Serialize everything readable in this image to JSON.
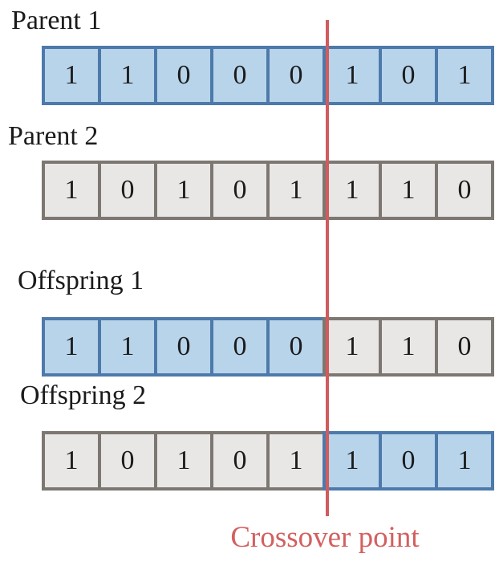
{
  "title": "Single-point crossover diagram",
  "colors": {
    "blue_fill": "#b8d4ea",
    "blue_border": "#4d7aab",
    "gray_fill": "#e8e7e5",
    "gray_border": "#7d7772",
    "crossover_red": "#d15b5e",
    "caption_red": "#d3605f",
    "text": "#1b1b1b"
  },
  "crossover": {
    "label": "Crossover point",
    "position_after_bit": 5
  },
  "rows": [
    {
      "label": "Parent 1",
      "cells": [
        {
          "v": "1",
          "s": "blue"
        },
        {
          "v": "1",
          "s": "blue"
        },
        {
          "v": "0",
          "s": "blue"
        },
        {
          "v": "0",
          "s": "blue"
        },
        {
          "v": "0",
          "s": "blue"
        },
        {
          "v": "1",
          "s": "blue"
        },
        {
          "v": "0",
          "s": "blue"
        },
        {
          "v": "1",
          "s": "blue"
        }
      ]
    },
    {
      "label": "Parent 2",
      "cells": [
        {
          "v": "1",
          "s": "gray"
        },
        {
          "v": "0",
          "s": "gray"
        },
        {
          "v": "1",
          "s": "gray"
        },
        {
          "v": "0",
          "s": "gray"
        },
        {
          "v": "1",
          "s": "gray"
        },
        {
          "v": "1",
          "s": "gray"
        },
        {
          "v": "1",
          "s": "gray"
        },
        {
          "v": "0",
          "s": "gray"
        }
      ]
    },
    {
      "label": "Offspring 1",
      "cells": [
        {
          "v": "1",
          "s": "blue"
        },
        {
          "v": "1",
          "s": "blue"
        },
        {
          "v": "0",
          "s": "blue"
        },
        {
          "v": "0",
          "s": "blue"
        },
        {
          "v": "0",
          "s": "blue"
        },
        {
          "v": "1",
          "s": "gray"
        },
        {
          "v": "1",
          "s": "gray"
        },
        {
          "v": "0",
          "s": "gray"
        }
      ]
    },
    {
      "label": "Offspring 2",
      "cells": [
        {
          "v": "1",
          "s": "gray"
        },
        {
          "v": "0",
          "s": "gray"
        },
        {
          "v": "1",
          "s": "gray"
        },
        {
          "v": "0",
          "s": "gray"
        },
        {
          "v": "1",
          "s": "gray"
        },
        {
          "v": "1",
          "s": "blue"
        },
        {
          "v": "0",
          "s": "blue"
        },
        {
          "v": "1",
          "s": "blue"
        }
      ]
    }
  ]
}
